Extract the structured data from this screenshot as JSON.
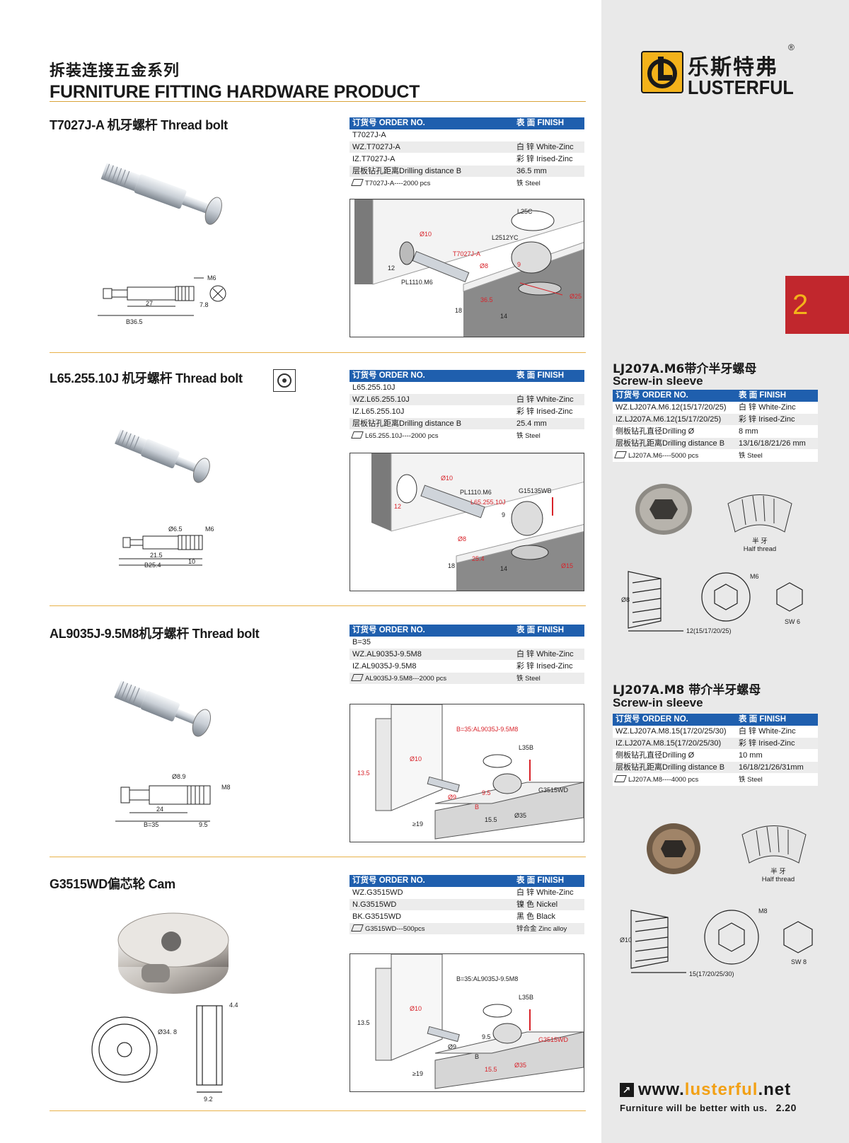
{
  "header": {
    "title_cn": "拆装连接五金系列",
    "title_en": "FURNITURE FITTING HARDWARE PRODUCT"
  },
  "brand": {
    "name_cn": "乐斯特弗",
    "name_en": "LUSTERFUL",
    "registered": "®",
    "page_number": "2",
    "accent_color": "#f3b21a",
    "tab_color": "#c1272d",
    "table_header_color": "#1f5fae"
  },
  "products": [
    {
      "title": "T7027J-A 机牙螺杆 Thread bolt",
      "table_header": {
        "order": "订货号 ORDER NO.",
        "finish": "表 面 FINISH"
      },
      "rows": [
        {
          "order": "T7027J-A",
          "finish": ""
        },
        {
          "order": "WZ.T7027J-A",
          "finish": "白 锌 White-Zinc"
        },
        {
          "order": "IZ.T7027J-A",
          "finish": "彩 锌 Irised-Zinc"
        },
        {
          "order": "层板钻孔距离Drilling distance B",
          "finish": "36.5 mm"
        }
      ],
      "pack": {
        "qty": "T7027J-A----2000 pcs",
        "material": "铁 Steel"
      },
      "drawing_labels": {
        "thread": "M6",
        "shank": "27",
        "head": "7.8",
        "total": "B36.5"
      },
      "diagram_labels": {
        "cap": "L25C",
        "cam": "L2512YC",
        "bolt": "T7027J-A",
        "dowel": "PL1110.M6",
        "d10": "Ø10",
        "d8": "Ø8",
        "d25": "Ø25",
        "h12": "12",
        "b": "36.5",
        "t18": "18",
        "t14": "14",
        "n9": "9"
      }
    },
    {
      "title": "L65.255.10J 机牙螺杆 Thread bolt",
      "table_header": {
        "order": "订货号 ORDER NO.",
        "finish": "表 面 FINISH"
      },
      "rows": [
        {
          "order": "L65.255.10J",
          "finish": ""
        },
        {
          "order": "WZ.L65.255.10J",
          "finish": "白 锌 White-Zinc"
        },
        {
          "order": "IZ.L65.255.10J",
          "finish": "彩 锌 Irised-Zinc"
        },
        {
          "order": "层板钻孔距离Drilling distance B",
          "finish": "25.4 mm"
        }
      ],
      "pack": {
        "qty": "L65.255.10J----2000 pcs",
        "material": "铁 Steel"
      },
      "drawing_labels": {
        "dia": "Ø6.5",
        "thread": "M6",
        "shank": "21.5",
        "tip": "10",
        "total": "B25.4"
      },
      "diagram_labels": {
        "d10": "Ø10",
        "dowel": "PL1110.M6",
        "cam": "G15135WB",
        "bolt": "L65.255.10J",
        "h12": "12",
        "n9": "9",
        "d8": "Ø8",
        "b": "25.4",
        "t18": "18",
        "t14": "14",
        "d15": "Ø15"
      }
    },
    {
      "title": "AL9035J-9.5M8机牙螺杆  Thread bolt",
      "table_header": {
        "order": "订货号 ORDER NO.",
        "finish": "表 面 FINISH"
      },
      "rows": [
        {
          "order": "B=35",
          "finish": ""
        },
        {
          "order": "WZ.AL9035J-9.5M8",
          "finish": "白 锌 White-Zinc"
        },
        {
          "order": "IZ.AL9035J-9.5M8",
          "finish": "彩 锌 Irised-Zinc"
        }
      ],
      "pack": {
        "qty": "AL9035J-9.5M8---2000 pcs",
        "material": "铁 Steel"
      },
      "drawing_labels": {
        "dia": "Ø8.9",
        "thread": "M8",
        "shank": "24",
        "total": "B=35",
        "tip": "9.5"
      },
      "diagram_labels": {
        "bolt": "B=35:AL9035J-9.5M8",
        "cap": "L35B",
        "cam": "G3515WD",
        "d10": "Ø10",
        "h": "13.5",
        "d9": "Ø9",
        "n95": "9.5",
        "b": "B",
        "d155": "15.5",
        "d35": "Ø35",
        "t19": "≥19"
      }
    },
    {
      "title": "G3515WD偏芯轮  Cam",
      "table_header": {
        "order": "订货号 ORDER NO.",
        "finish": "表 面 FINISH"
      },
      "rows": [
        {
          "order": "WZ.G3515WD",
          "finish": "白 锌 White-Zinc"
        },
        {
          "order": "N.G3515WD",
          "finish": "镍 色 Nickel"
        },
        {
          "order": "BK.G3515WD",
          "finish": "黑 色 Black"
        }
      ],
      "pack": {
        "qty": "G3515WD---500pcs",
        "material": "锌合金 Zinc alloy"
      },
      "drawing_labels": {
        "dia": "Ø34. 8",
        "top": "4.4",
        "width": "9.2"
      },
      "diagram_labels": {
        "bolt": "B=35:AL9035J-9.5M8",
        "cap": "L35B",
        "cam": "G3515WD",
        "d10": "Ø10",
        "h": "13.5",
        "d9": "Ø9",
        "n95": "9.5",
        "b": "B",
        "d155": "15.5",
        "d35": "Ø35",
        "t19": "≥19"
      }
    }
  ],
  "sleeves": [
    {
      "title_cn": "LJ207A.M6带介半牙螺母",
      "title_en": "Screw-in sleeve",
      "table_header": {
        "order": "订货号  ORDER NO.",
        "finish": "表 面  FINISH"
      },
      "rows": [
        {
          "order": "WZ.LJ207A.M6.12(15/17/20/25)",
          "finish": "白 锌  White-Zinc"
        },
        {
          "order": "IZ.LJ207A.M6.12(15/17/20/25)",
          "finish": "彩 锌  Irised-Zinc"
        },
        {
          "order": "侧板钻孔直径Drilling Ø",
          "finish": "8 mm"
        },
        {
          "order": "层板钻孔距离Drilling distance B",
          "finish": "13/16/18/21/26 mm"
        }
      ],
      "pack": {
        "qty": "LJ207A.M6----5000 pcs",
        "material": "铁  Steel"
      },
      "caption_cn": "半 牙",
      "caption_en": "Half thread",
      "drawing_labels": {
        "dia": "Ø8",
        "thread": "M6",
        "length": "12(15/17/20/25)",
        "sw": "SW 6"
      }
    },
    {
      "title_cn": "LJ207A.M8 带介半牙螺母",
      "title_en": "Screw-in sleeve",
      "table_header": {
        "order": "订货号  ORDER NO.",
        "finish": "表 面  FINISH"
      },
      "rows": [
        {
          "order": "WZ.LJ207A.M8.15(17/20/25/30)",
          "finish": "白 锌  White-Zinc"
        },
        {
          "order": "IZ.LJ207A.M8.15(17/20/25/30)",
          "finish": "彩 锌  Irised-Zinc"
        },
        {
          "order": "侧板钻孔直径Drilling Ø",
          "finish": "10 mm"
        },
        {
          "order": "层板钻孔距离Drilling distance B",
          "finish": "16/18/21/26/31mm"
        }
      ],
      "pack": {
        "qty": "LJ207A.M8----4000 pcs",
        "material": "铁  Steel"
      },
      "caption_cn": "半 牙",
      "caption_en": "Half thread",
      "drawing_labels": {
        "dia": "Ø10",
        "thread": "M8",
        "length": "15(17/20/25/30)",
        "sw": "SW 8"
      }
    }
  ],
  "footer": {
    "web_prefix": "www.",
    "web_highlight": "lusterful",
    "web_suffix": ".net",
    "slogan": "Furniture will be better with us.",
    "version": "2.20"
  }
}
